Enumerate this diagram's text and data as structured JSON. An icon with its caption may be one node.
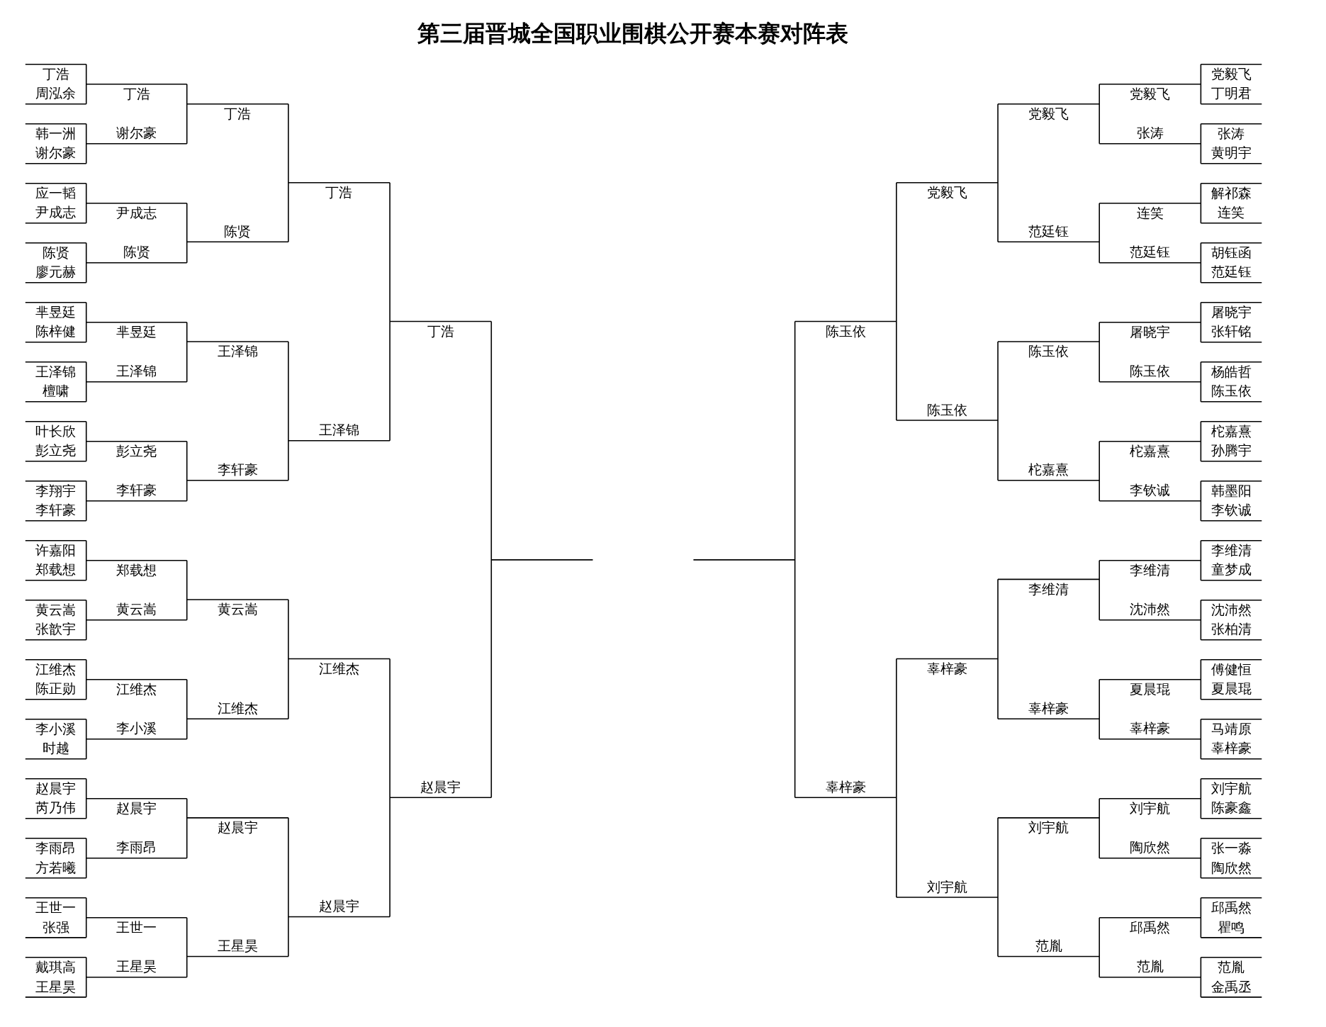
{
  "diagram": {
    "title": "第三届晋城全国职业围棋公开赛本赛对阵表",
    "labels": [
      "丁浩",
      "周泓余",
      "韩一洲",
      "谢尔豪",
      "应一韬",
      "尹成志",
      "陈贤",
      "廖元赫",
      "芈昱廷",
      "陈梓健",
      "王泽锦",
      "檀啸",
      "叶长欣",
      "彭立尧",
      "李翔宇",
      "李轩豪",
      "许嘉阳",
      "郑载想",
      "黄云嵩",
      "张歆宇",
      "江维杰",
      "陈正勋",
      "李小溪",
      "时越",
      "赵晨宇",
      "芮乃伟",
      "李雨昂",
      "方若曦",
      "王世一",
      "张强",
      "戴琪高",
      "王星昊",
      "丁浩",
      "谢尔豪",
      "尹成志",
      "陈贤",
      "芈昱廷",
      "王泽锦",
      "彭立尧",
      "李轩豪",
      "郑载想",
      "黄云嵩",
      "江维杰",
      "李小溪",
      "赵晨宇",
      "李雨昂",
      "王世一",
      "王星昊",
      "丁浩",
      "陈贤",
      "王泽锦",
      "李轩豪",
      "黄云嵩",
      "江维杰",
      "赵晨宇",
      "王星昊",
      "丁浩",
      "王泽锦",
      "江维杰",
      "赵晨宇",
      "丁浩",
      "赵晨宇",
      "陈玉依",
      "辜梓豪",
      "党毅飞",
      "陈玉依",
      "辜梓豪",
      "刘宇航",
      "党毅飞",
      "范廷钰",
      "陈玉依",
      "柁嘉熹",
      "李维清",
      "辜梓豪",
      "刘宇航",
      "范胤",
      "党毅飞",
      "张涛",
      "连笑",
      "范廷钰",
      "屠晓宇",
      "陈玉依",
      "柁嘉熹",
      "李钦诚",
      "李维清",
      "沈沛然",
      "夏晨琨",
      "辜梓豪",
      "刘宇航",
      "陶欣然",
      "邱禹然",
      "范胤",
      "党毅飞",
      "丁明君",
      "张涛",
      "黄明宇",
      "解祁森",
      "连笑",
      "胡钰函",
      "范廷钰",
      "屠晓宇",
      "张轩铭",
      "杨皓哲",
      "陈玉依",
      "柁嘉熹",
      "孙腾宇",
      "韩墨阳",
      "李钦诚",
      "李维清",
      "童梦成",
      "沈沛然",
      "张柏清",
      "傅健恒",
      "夏晨琨",
      "马靖原",
      "辜梓豪",
      "刘宇航",
      "陈豪鑫",
      "张一淼",
      "陶欣然",
      "邱禹然",
      "瞿鸣",
      "范胤",
      "金禹丞"
    ]
  }
}
